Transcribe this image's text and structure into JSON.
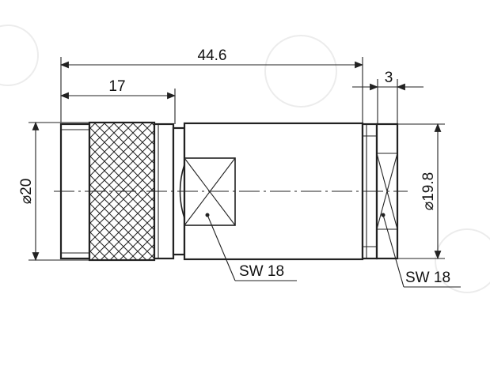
{
  "drawing": {
    "dimensions": {
      "overall_length": "44.6",
      "nut_length": "17",
      "flange_thickness": "3",
      "nut_diameter": "⌀20",
      "flange_diameter": "⌀19.8"
    },
    "callouts": {
      "body_wrench_size": "SW 18",
      "flange_wrench_size": "SW 18"
    }
  }
}
